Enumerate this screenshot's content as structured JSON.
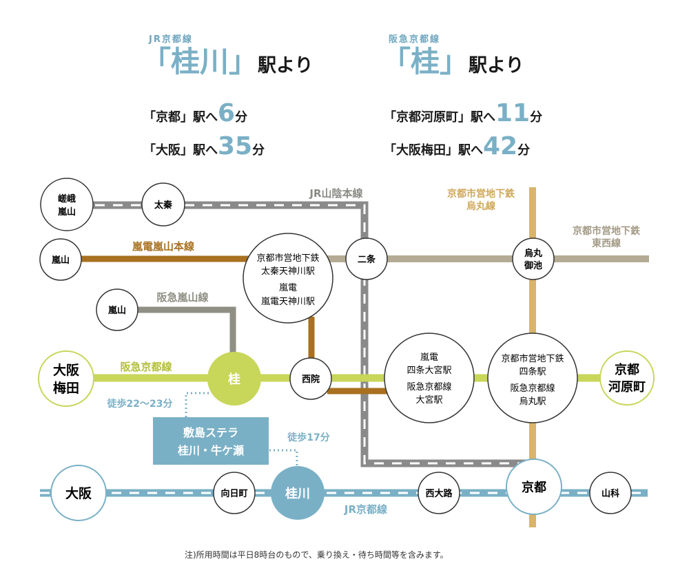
{
  "headers": {
    "left": {
      "line_name": "JR京都線",
      "station_bracketed": "「桂川」",
      "suffix": "駅より",
      "times": [
        {
          "dest": "「京都」駅へ",
          "minutes": "6",
          "unit": "分"
        },
        {
          "dest": "「大阪」駅へ",
          "minutes": "35",
          "unit": "分"
        }
      ]
    },
    "right": {
      "line_name": "阪急京都線",
      "station_bracketed": "「桂」",
      "suffix": "駅より",
      "times": [
        {
          "dest": "「京都河原町」駅へ",
          "minutes": "11",
          "unit": "分"
        },
        {
          "dest": "「大阪梅田」駅へ",
          "minutes": "42",
          "unit": "分"
        }
      ]
    }
  },
  "colors": {
    "jr_sanin": "#8a8a8a",
    "randen": "#a8701f",
    "hankyu_arashiyama": "#8f8f85",
    "hankyu_kyoto": "#c8d65a",
    "subway_karasuma": "#d9b46a",
    "subway_tozai": "#b5ab94",
    "jr_kyoto": "#7ab0c6",
    "property": "#7ab0c6",
    "label_randen": "#a8701f",
    "label_grey": "#8a8a85",
    "label_karasuma": "#d0a85a",
    "label_tozai": "#a39a86",
    "label_hankyu": "#b3bf3a",
    "label_jr_kyoto": "#7ab0c6"
  },
  "line_labels": {
    "jr_sanin": "JR山陰本線",
    "randen": "嵐電嵐山本線",
    "hankyu_arashiyama": "阪急嵐山線",
    "hankyu_kyoto": "阪急京都線",
    "karasuma": [
      "京都市営地下鉄",
      "烏丸線"
    ],
    "tozai": [
      "京都市営地下鉄",
      "東西線"
    ],
    "jr_kyoto": "JR京都線"
  },
  "stations": {
    "saga_arashiyama": [
      "嵯峨",
      "嵐山"
    ],
    "uzumasa": [
      "太秦"
    ],
    "randen_arashiyama": [
      "嵐山"
    ],
    "tenjingawa": [
      "京都市営地下鉄",
      "太秦天神川駅",
      "嵐電",
      "嵐電天神川駅"
    ],
    "nijo": [
      "二条"
    ],
    "karasuma_oike": [
      "烏丸",
      "御池"
    ],
    "hankyu_arashiyama": [
      "嵐山"
    ],
    "osaka_umeda": [
      "大阪",
      "梅田"
    ],
    "katsura": [
      "桂"
    ],
    "saiin": [
      "西院"
    ],
    "shijo_omiya": [
      "嵐電",
      "四条大宮駅",
      "阪急京都線",
      "大宮駅"
    ],
    "shijo_karasuma": [
      "京都市営地下鉄",
      "四条駅",
      "阪急京都線",
      "烏丸駅"
    ],
    "kawaramachi": [
      "京都",
      "河原町"
    ],
    "osaka": [
      "大阪"
    ],
    "mukomachi": [
      "向日町"
    ],
    "katsuragawa": [
      "桂川"
    ],
    "nishioji": [
      "西大路"
    ],
    "kyoto": [
      "京都"
    ],
    "yamashina": [
      "山科"
    ]
  },
  "property": {
    "name_lines": [
      "敷島ステラ",
      "桂川・牛ケ瀬"
    ],
    "walk_to_katsura": "徒歩22〜23分",
    "walk_to_katsuragawa": "徒歩17分"
  },
  "footnote": "注)所用時間は平日8時台のもので、乗り換え・待ち時間等を含みます。"
}
